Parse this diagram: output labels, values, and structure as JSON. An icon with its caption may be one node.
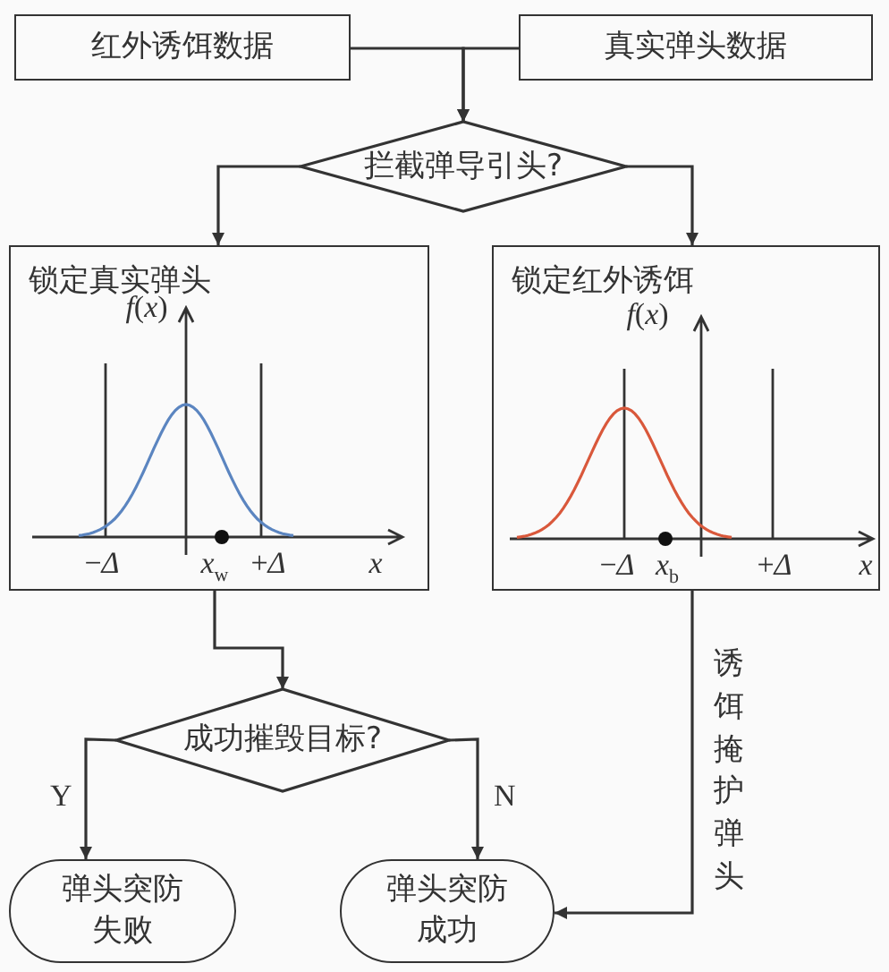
{
  "diagram": {
    "nodes": [
      {
        "text": [
          "红外诱饵数据"
        ]
      },
      {
        "text": [
          "真实弹头数据"
        ]
      },
      {
        "text": [
          "拦截弹导引头?"
        ]
      },
      {
        "text": [
          "锁定真实弹头"
        ]
      },
      {
        "text": [
          "锁定红外诱饵"
        ]
      },
      {
        "text": [
          "成功摧毁目标?"
        ]
      },
      {
        "text": [
          "弹头突防失败"
        ]
      },
      {
        "text": [
          "弹头突防成功"
        ]
      }
    ],
    "edges": [
      {
        "from": 0,
        "to": 2,
        "arrow": "to"
      },
      {
        "from": 1,
        "to": 2,
        "arrow": "to"
      },
      {
        "from": 2,
        "to": 3,
        "arrow": "to"
      },
      {
        "from": 2,
        "to": 4,
        "arrow": "to"
      },
      {
        "from": 3,
        "to": 5,
        "arrow": "to"
      },
      {
        "from": 5,
        "to": 6,
        "arrow": "to",
        "label": "Y"
      },
      {
        "from": 5,
        "to": 7,
        "arrow": "to",
        "label": "N"
      },
      {
        "from": 4,
        "to": 7,
        "arrow": "to",
        "label": "诱饵掩护弹头"
      }
    ],
    "labels": [
      "*f*(*x*)",
      "−*Δ*",
      "*x*$_{w}$",
      "+*Δ*",
      "*x*",
      "*f*(*x*)",
      "−*Δ*",
      "*x*$_{b}$",
      "+*Δ*",
      "*x*"
    ]
  }
}
